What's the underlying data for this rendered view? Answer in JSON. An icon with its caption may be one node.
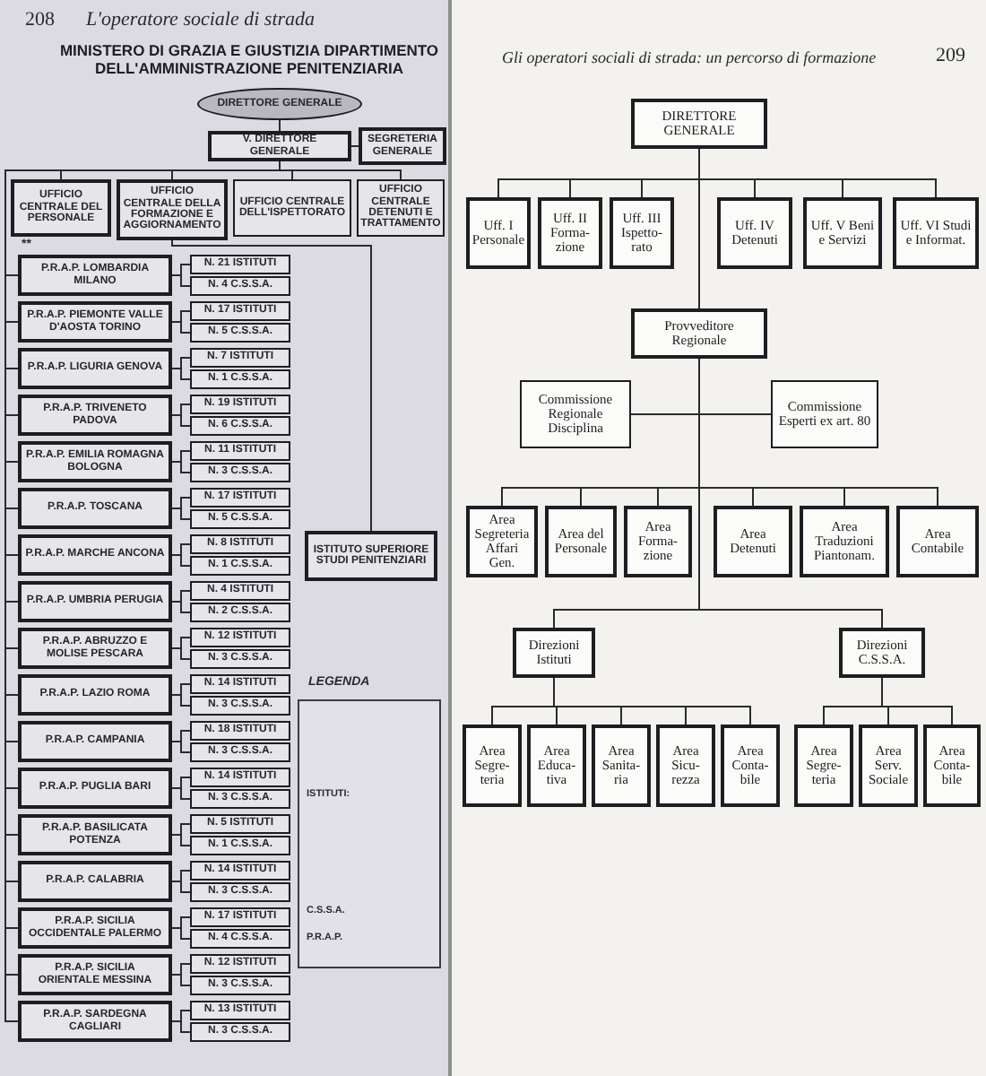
{
  "diagram": {
    "title": "MINISTERO DI GRAZIA E GIUSTIZIA DIPARTIMENTO DELL'AMMINISTRAZIONE PENITENZIARIA",
    "nodes": [
      {
        "text": [
          "DIRETTORE GENERALE"
        ]
      },
      {
        "text": [
          "V. DIRETTORE GENERALE"
        ]
      },
      {
        "text": [
          "SEGRETERIA GENERALE"
        ]
      },
      {
        "text": [
          "UFFICIO CENTRALE DEL PERSONALE"
        ]
      },
      {
        "text": [
          "UFFICIO CENTRALE DELLA FORMAZIONE E AGGIORNAMENTO"
        ]
      },
      {
        "text": [
          "UFFICIO CENTRALE DELL'ISPETTORATO"
        ]
      },
      {
        "text": [
          "UFFICIO CENTRALE DETENUTI E TRATTAMENTO"
        ]
      },
      {
        "text": [
          "ISTITUTO SUPERIORE STUDI PENITENZIARI"
        ]
      },
      {
        "text": [
          "P.R.A.P. LOMBARDIA MILANO"
        ]
      },
      {
        "text": [
          "N. 21 ISTITUTI"
        ]
      },
      {
        "text": [
          "N. 4 C.S.S.A."
        ]
      },
      {
        "text": [
          "P.R.A.P. PIEMONTE VALLE D'AOSTA TORINO"
        ]
      },
      {
        "text": [
          "N. 17 ISTITUTI"
        ]
      },
      {
        "text": [
          "N. 5 C.S.S.A."
        ]
      },
      {
        "text": [
          "P.R.A.P. LIGURIA GENOVA"
        ]
      },
      {
        "text": [
          "N. 7 ISTITUTI"
        ]
      },
      {
        "text": [
          "N. 1 C.S.S.A."
        ]
      },
      {
        "text": [
          "P.R.A.P. TRIVENETO PADOVA"
        ]
      },
      {
        "text": [
          "N. 19 ISTITUTI"
        ]
      },
      {
        "text": [
          "N. 6 C.S.S.A."
        ]
      },
      {
        "text": [
          "P.R.A.P. EMILIA ROMAGNA BOLOGNA"
        ]
      },
      {
        "text": [
          "N. 11 ISTITUTI"
        ]
      },
      {
        "text": [
          "N. 3 C.S.S.A."
        ]
      },
      {
        "text": [
          "P.R.A.P. TOSCANA"
        ]
      },
      {
        "text": [
          "N. 17 ISTITUTI"
        ]
      },
      {
        "text": [
          "N. 5 C.S.S.A."
        ]
      },
      {
        "text": [
          "P.R.A.P. MARCHE ANCONA"
        ]
      },
      {
        "text": [
          "N. 8 ISTITUTI"
        ]
      },
      {
        "text": [
          "N. 1 C.S.S.A."
        ]
      },
      {
        "text": [
          "P.R.A.P. UMBRIA PERUGIA"
        ]
      },
      {
        "text": [
          "N. 4 ISTITUTI"
        ]
      },
      {
        "text": [
          "N. 2 C.S.S.A."
        ]
      },
      {
        "text": [
          "P.R.A.P. ABRUZZO E MOLISE PESCARA"
        ]
      },
      {
        "text": [
          "N. 12 ISTITUTI"
        ]
      },
      {
        "text": [
          "N. 3 C.S.S.A."
        ]
      },
      {
        "text": [
          "P.R.A.P. LAZIO ROMA"
        ]
      },
      {
        "text": [
          "N. 14 ISTITUTI"
        ]
      },
      {
        "text": [
          "N. 3 C.S.S.A."
        ]
      },
      {
        "text": [
          "P.R.A.P. CAMPANIA"
        ]
      },
      {
        "text": [
          "N. 18 ISTITUTI"
        ]
      },
      {
        "text": [
          "N. 3 C.S.S.A."
        ]
      },
      {
        "text": [
          "P.R.A.P. PUGLIA BARI"
        ]
      },
      {
        "text": [
          "N. 14 ISTITUTI"
        ]
      },
      {
        "text": [
          "N. 3 C.S.S.A."
        ]
      },
      {
        "text": [
          "P.R.A.P. BASILICATA POTENZA"
        ]
      },
      {
        "text": [
          "N. 5 ISTITUTI"
        ]
      },
      {
        "text": [
          "N. 1 C.S.S.A."
        ]
      },
      {
        "text": [
          "P.R.A.P. CALABRIA"
        ]
      },
      {
        "text": [
          "N. 14 ISTITUTI"
        ]
      },
      {
        "text": [
          "N. 3 C.S.S.A."
        ]
      },
      {
        "text": [
          "P.R.A.P. SICILIA OCCIDENTALE PALERMO"
        ]
      },
      {
        "text": [
          "N. 17 ISTITUTI"
        ]
      },
      {
        "text": [
          "N. 4 C.S.S.A."
        ]
      },
      {
        "text": [
          "P.R.A.P. SICILIA ORIENTALE MESSINA"
        ]
      },
      {
        "text": [
          "N. 12 ISTITUTI"
        ]
      },
      {
        "text": [
          "N. 3 C.S.S.A."
        ]
      },
      {
        "text": [
          "P.R.A.P. SARDEGNA CAGLIARI"
        ]
      },
      {
        "text": [
          "N. 13 ISTITUTI"
        ]
      },
      {
        "text": [
          "N. 3 C.S.S.A."
        ]
      },
      {
        "text": [
          "DIRETTORE GENERALE"
        ]
      },
      {
        "text": [
          "Uff. I Personale"
        ]
      },
      {
        "text": [
          "Uff. II Forma- zione"
        ]
      },
      {
        "text": [
          "Uff. III Ispetto- rato"
        ]
      },
      {
        "text": [
          "Uff. IV Detenuti"
        ]
      },
      {
        "text": [
          "Uff. V Beni e Servizi"
        ]
      },
      {
        "text": [
          "Uff. VI Studi e Informat."
        ]
      },
      {
        "text": [
          "Provveditore Regionale"
        ]
      },
      {
        "text": [
          "Commissione Regionale Disciplina"
        ]
      },
      {
        "text": [
          "Commissione Esperti ex art. 80"
        ]
      },
      {
        "text": [
          "Area Segreteria Affari Gen."
        ]
      },
      {
        "text": [
          "Area del Personale"
        ]
      },
      {
        "text": [
          "Area Forma- zione"
        ]
      },
      {
        "text": [
          "Area Detenuti"
        ]
      },
      {
        "text": [
          "Area Traduzioni Piantonam."
        ]
      },
      {
        "text": [
          "Area Contabile"
        ]
      },
      {
        "text": [
          "Direzioni Istituti"
        ]
      },
      {
        "text": [
          "Direzioni C.S.S.A."
        ]
      },
      {
        "text": [
          "Area Segre- teria"
        ]
      },
      {
        "text": [
          "Area Educa- tiva"
        ]
      },
      {
        "text": [
          "Area Sanita- ria"
        ]
      },
      {
        "text": [
          "Area Sicu- rezza"
        ]
      },
      {
        "text": [
          "Area Conta- bile"
        ]
      },
      {
        "text": [
          "Area Segre- teria"
        ]
      },
      {
        "text": [
          "Area Serv. Sociale"
        ]
      },
      {
        "text": [
          "Area Conta- bile"
        ]
      }
    ],
    "edges": [
      {
        "from": 0,
        "to": 1,
        "arrow": "none"
      },
      {
        "from": 1,
        "to": 2,
        "arrow": "none"
      },
      {
        "from": 1,
        "to": 3,
        "arrow": "none"
      },
      {
        "from": 1,
        "to": 4,
        "arrow": "none"
      },
      {
        "from": 1,
        "to": 5,
        "arrow": "none"
      },
      {
        "from": 1,
        "to": 6,
        "arrow": "none"
      },
      {
        "from": 4,
        "to": 7,
        "arrow": "none"
      },
      {
        "from": 1,
        "to": 8,
        "arrow": "none"
      },
      {
        "from": 8,
        "to": 9,
        "arrow": "none"
      },
      {
        "from": 8,
        "to": 10,
        "arrow": "none"
      },
      {
        "from": 1,
        "to": 11,
        "arrow": "none"
      },
      {
        "from": 11,
        "to": 12,
        "arrow": "none"
      },
      {
        "from": 11,
        "to": 13,
        "arrow": "none"
      },
      {
        "from": 1,
        "to": 14,
        "arrow": "none"
      },
      {
        "from": 14,
        "to": 15,
        "arrow": "none"
      },
      {
        "from": 14,
        "to": 16,
        "arrow": "none"
      },
      {
        "from": 1,
        "to": 17,
        "arrow": "none"
      },
      {
        "from": 17,
        "to": 18,
        "arrow": "none"
      },
      {
        "from": 17,
        "to": 19,
        "arrow": "none"
      },
      {
        "from": 1,
        "to": 20,
        "arrow": "none"
      },
      {
        "from": 20,
        "to": 21,
        "arrow": "none"
      },
      {
        "from": 20,
        "to": 22,
        "arrow": "none"
      },
      {
        "from": 1,
        "to": 23,
        "arrow": "none"
      },
      {
        "from": 23,
        "to": 24,
        "arrow": "none"
      },
      {
        "from": 23,
        "to": 25,
        "arrow": "none"
      },
      {
        "from": 1,
        "to": 26,
        "arrow": "none"
      },
      {
        "from": 26,
        "to": 27,
        "arrow": "none"
      },
      {
        "from": 26,
        "to": 28,
        "arrow": "none"
      },
      {
        "from": 1,
        "to": 29,
        "arrow": "none"
      },
      {
        "from": 29,
        "to": 30,
        "arrow": "none"
      },
      {
        "from": 29,
        "to": 31,
        "arrow": "none"
      },
      {
        "from": 1,
        "to": 32,
        "arrow": "none"
      },
      {
        "from": 32,
        "to": 33,
        "arrow": "none"
      },
      {
        "from": 32,
        "to": 34,
        "arrow": "none"
      },
      {
        "from": 1,
        "to": 35,
        "arrow": "none"
      },
      {
        "from": 35,
        "to": 36,
        "arrow": "none"
      },
      {
        "from": 35,
        "to": 37,
        "arrow": "none"
      },
      {
        "from": 1,
        "to": 38,
        "arrow": "none"
      },
      {
        "from": 38,
        "to": 39,
        "arrow": "none"
      },
      {
        "from": 38,
        "to": 40,
        "arrow": "none"
      },
      {
        "from": 1,
        "to": 41,
        "arrow": "none"
      },
      {
        "from": 41,
        "to": 42,
        "arrow": "none"
      },
      {
        "from": 41,
        "to": 43,
        "arrow": "none"
      },
      {
        "from": 1,
        "to": 44,
        "arrow": "none"
      },
      {
        "from": 44,
        "to": 45,
        "arrow": "none"
      },
      {
        "from": 44,
        "to": 46,
        "arrow": "none"
      },
      {
        "from": 1,
        "to": 47,
        "arrow": "none"
      },
      {
        "from": 47,
        "to": 48,
        "arrow": "none"
      },
      {
        "from": 47,
        "to": 49,
        "arrow": "none"
      },
      {
        "from": 1,
        "to": 50,
        "arrow": "none"
      },
      {
        "from": 50,
        "to": 51,
        "arrow": "none"
      },
      {
        "from": 50,
        "to": 52,
        "arrow": "none"
      },
      {
        "from": 1,
        "to": 53,
        "arrow": "none"
      },
      {
        "from": 53,
        "to": 54,
        "arrow": "none"
      },
      {
        "from": 53,
        "to": 55,
        "arrow": "none"
      },
      {
        "from": 1,
        "to": 56,
        "arrow": "none"
      },
      {
        "from": 56,
        "to": 57,
        "arrow": "none"
      },
      {
        "from": 56,
        "to": 58,
        "arrow": "none"
      },
      {
        "from": 59,
        "to": 60,
        "arrow": "none"
      },
      {
        "from": 59,
        "to": 61,
        "arrow": "none"
      },
      {
        "from": 59,
        "to": 62,
        "arrow": "none"
      },
      {
        "from": 59,
        "to": 63,
        "arrow": "none"
      },
      {
        "from": 59,
        "to": 64,
        "arrow": "none"
      },
      {
        "from": 59,
        "to": 65,
        "arrow": "none"
      },
      {
        "from": 59,
        "to": 66,
        "arrow": "none"
      },
      {
        "from": 66,
        "to": 67,
        "arrow": "none"
      },
      {
        "from": 66,
        "to": 68,
        "arrow": "none"
      },
      {
        "from": 66,
        "to": 69,
        "arrow": "none"
      },
      {
        "from": 66,
        "to": 70,
        "arrow": "none"
      },
      {
        "from": 66,
        "to": 71,
        "arrow": "none"
      },
      {
        "from": 66,
        "to": 72,
        "arrow": "none"
      },
      {
        "from": 66,
        "to": 73,
        "arrow": "none"
      },
      {
        "from": 66,
        "to": 74,
        "arrow": "none"
      },
      {
        "from": 66,
        "to": 75,
        "arrow": "none"
      },
      {
        "from": 66,
        "to": 76,
        "arrow": "none"
      },
      {
        "from": 75,
        "to": 77,
        "arrow": "none"
      },
      {
        "from": 75,
        "to": 78,
        "arrow": "none"
      },
      {
        "from": 75,
        "to": 79,
        "arrow": "none"
      },
      {
        "from": 75,
        "to": 80,
        "arrow": "none"
      },
      {
        "from": 75,
        "to": 81,
        "arrow": "none"
      },
      {
        "from": 76,
        "to": 82,
        "arrow": "none"
      },
      {
        "from": 76,
        "to": 83,
        "arrow": "none"
      },
      {
        "from": 76,
        "to": 84,
        "arrow": "none"
      }
    ],
    "labels": [
      "208",
      "L'operatore sociale di strada",
      "**",
      "LEGENDA",
      "ISTITUTI:",
      "C.S.S.A.",
      "P.R.A.P.",
      "Gli operatori sociali di strada: un percorso di formazione",
      "209"
    ]
  }
}
